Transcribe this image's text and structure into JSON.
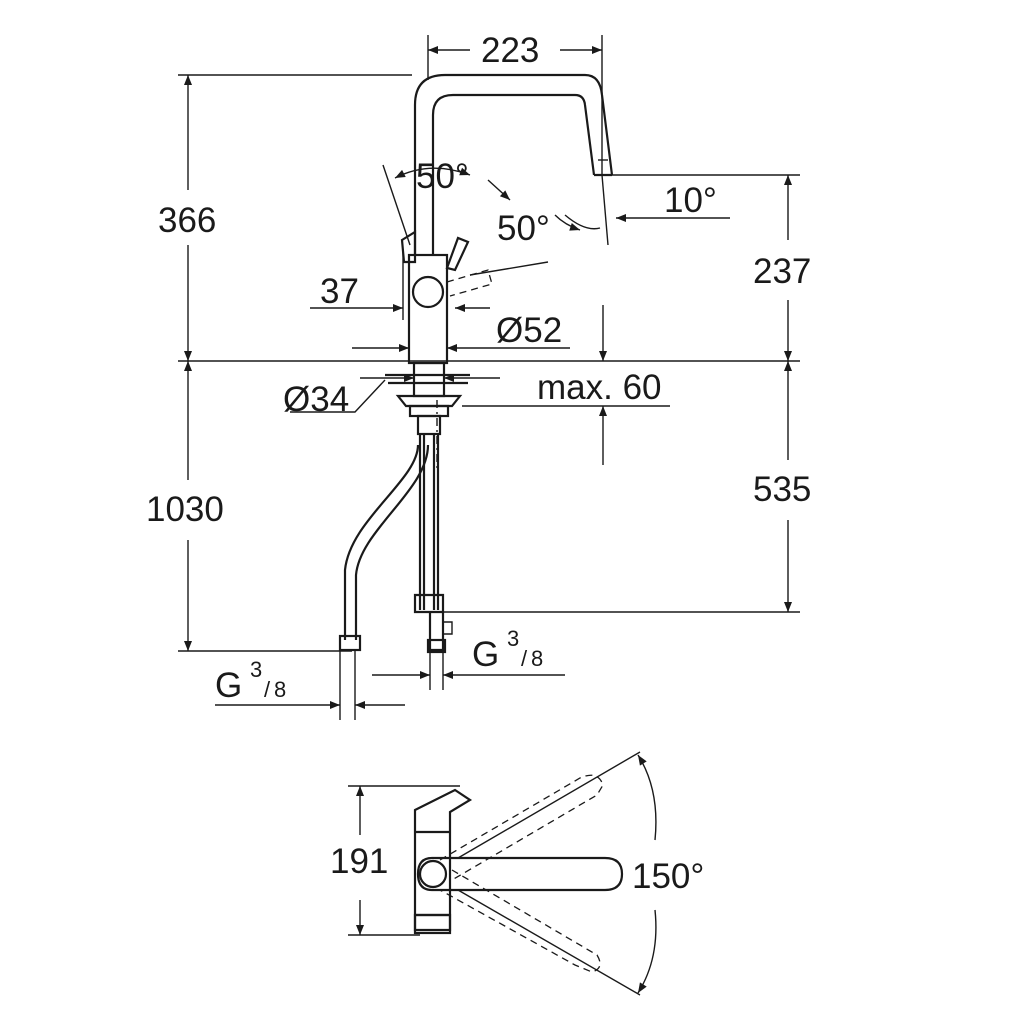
{
  "diagram": {
    "dimensions": {
      "spout_reach": "223",
      "height_above_deck": "366",
      "spout_outlet_height": "237",
      "lever_angle_left": "50°",
      "lever_angle_right": "50°",
      "outlet_angle": "10°",
      "lever_offset": "37",
      "body_diameter": "Ø52",
      "hole_diameter": "Ø34",
      "max_deck_thickness": "max. 60",
      "total_hose_length": "1030",
      "below_deck_length": "535",
      "thread_left": {
        "main": "G",
        "num": "3",
        "den": "8"
      },
      "thread_right": {
        "main": "G",
        "num": "3",
        "den": "8"
      },
      "top_view_depth": "191",
      "swivel_angle": "150°"
    }
  }
}
